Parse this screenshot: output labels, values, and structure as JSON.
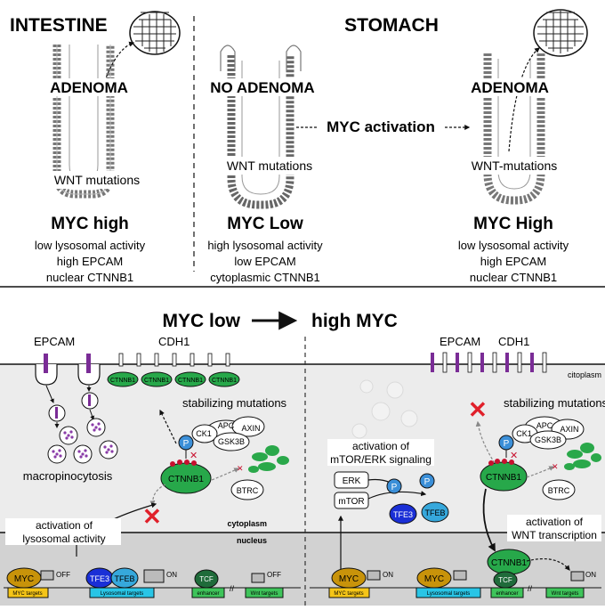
{
  "colors": {
    "myc": "#c8930a",
    "tfe3": "#1a2fd6",
    "tfeb": "#36a8dc",
    "phospho": "#3b8fd8",
    "ctnnb1": "#27a84a",
    "tcf": "#1f6b3a",
    "epcam": "#7a2c96",
    "vesicle_dot": "#8a3ca8",
    "degradation": "#e0202a",
    "myc_target_box": "#f5c518",
    "lyso_target_box": "#29c5e6",
    "green_box": "#3ec45a",
    "nucleus_bg": "#d2d2d2",
    "cytoplasm_bg": "#ececec",
    "frag_green": "#2aa84a"
  },
  "top": {
    "intestine": {
      "title": "INTESTINE",
      "state": "ADENOMA",
      "mutation": "WNT mutations",
      "myc": "MYC high",
      "features": [
        "low lysosomal activity",
        "high EPCAM",
        "nuclear CTNNB1"
      ]
    },
    "stomach": {
      "title": "STOMACH",
      "left_state": "NO ADENOMA",
      "left_mutation": "WNT mutations",
      "left_myc": "MYC Low",
      "left_features": [
        "high lysosomal activity",
        "low EPCAM",
        "cytoplasmic CTNNB1"
      ],
      "arrow_label": "MYC activation",
      "right_state": "ADENOMA",
      "right_mutation": "WNT-mutations",
      "right_myc": "MYC High",
      "right_features": [
        "low lysosomal activity",
        "high EPCAM",
        "nuclear CTNNB1"
      ]
    }
  },
  "bottom": {
    "heading_left": "MYC low",
    "heading_right": "high MYC",
    "left": {
      "epcam": "EPCAM",
      "cdh1": "CDH1",
      "ctnnb1_small": "CTNNB1",
      "stabilizing": "stabilizing mutations",
      "complex": [
        "CK1",
        "APC",
        "AXIN",
        "GSK3B"
      ],
      "p": "P",
      "ctnnb1": "CTNNB1",
      "btrc": "BTRC",
      "macro": "macropinocytosis",
      "lyso_activation": [
        "activation of",
        "lysosomal activity"
      ],
      "cytoplasm": "cytoplasm",
      "nucleus": "nucleus",
      "myc": "MYC",
      "off": "OFF",
      "myc_targets": "MYC targets",
      "tfe3": "TFE3",
      "tfeb": "TFEB",
      "lyso_targets": "Lysosomal targets",
      "on": "ON",
      "tcf": "TCF",
      "enhancer": "enhancer",
      "wnt_targets": "Wnt targets"
    },
    "right": {
      "epcam": "EPCAM",
      "cdh1": "CDH1",
      "citoplasm": "citoplasm",
      "stabilizing": "stabilizing mutations",
      "complex": [
        "CK1",
        "APC",
        "AXIN",
        "GSK3B"
      ],
      "p": "P",
      "ctnnb1": "CTNNB1",
      "btrc": "BTRC",
      "mtor_activation": [
        "activation of",
        "mTOR/ERK signaling"
      ],
      "erk": "ERK",
      "mtor": "mTOR",
      "tfe3": "TFE3",
      "tfeb": "TFEB",
      "wnt_transcription": [
        "activation of",
        "WNT transcription"
      ],
      "myc": "MYC",
      "on": "ON",
      "myc_targets": "MYC targets",
      "lyso_targets": "Lysosomal targets",
      "tcf": "TCF",
      "enhancer": "enhancer",
      "wnt_targets": "Wnt targets"
    }
  }
}
